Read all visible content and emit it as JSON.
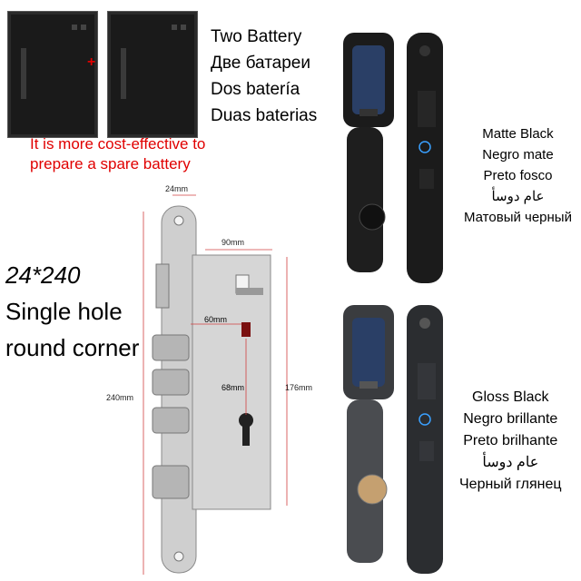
{
  "batteries": {
    "plus": "+",
    "title_lines": [
      "Two Battery",
      "Две батареи",
      "Dos batería",
      "Duas baterias"
    ],
    "note_lines": [
      "It is more cost-effective to",
      "prepare a spare battery"
    ]
  },
  "lock_body": {
    "label_lines": [
      "24*240",
      "Single hole",
      "round corner"
    ],
    "dimensions": {
      "top_width": "24mm",
      "backset": "90mm",
      "height_total": "240mm",
      "height_inner": "176mm",
      "center_distance": "60mm",
      "handle_to_cylinder": "68mm"
    }
  },
  "variants": [
    {
      "name": "matte",
      "lines": [
        "Matte Black",
        "Negro mate",
        "Preto fosco",
        "عام دوسأ",
        "Матовый черный"
      ]
    },
    {
      "name": "gloss",
      "lines": [
        "Gloss Black",
        "Negro brillante",
        "Preto brilhante",
        "عام دوسأ",
        "Черный глянец"
      ]
    }
  ],
  "colors": {
    "accent_red": "#e00000",
    "lock_steel": "#c9c9c9",
    "matte_body": "#1b1b1b",
    "gloss_body": "#3a3c3f"
  }
}
